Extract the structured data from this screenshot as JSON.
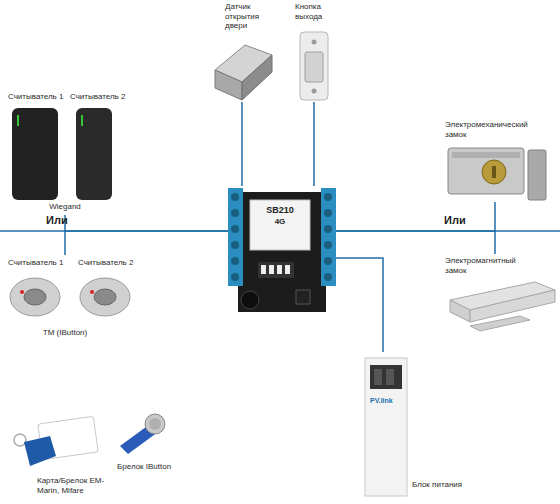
{
  "diagram": {
    "nodes": [
      {
        "text": [
          "SB210",
          "4G"
        ]
      },
      {
        "text": [
          "Датчик открытия двери"
        ]
      },
      {
        "text": [
          "Кнопка выхода"
        ]
      },
      {
        "text": [
          "Wiegand"
        ]
      },
      {
        "text": [
          "Считыватель 1"
        ],
        "in": 3
      },
      {
        "text": [
          "Считыватель 2"
        ],
        "in": 3
      },
      {
        "text": [
          "TM (IButton)"
        ]
      },
      {
        "text": [
          "Считыватель 1"
        ],
        "in": 6
      },
      {
        "text": [
          "Считыватель 2"
        ],
        "in": 6
      },
      {
        "text": [
          "Электромеханический замок"
        ]
      },
      {
        "text": [
          "Электромагнитный замок"
        ]
      },
      {
        "text": [
          "Блок питания"
        ]
      },
      {
        "text": [
          "Карта/Брелок EM-Marin, Mifare"
        ]
      },
      {
        "text": [
          "Брелок IButton"
        ]
      }
    ],
    "edges": [
      {
        "from": 0,
        "to": 1,
        "arrow": "none"
      },
      {
        "from": 0,
        "to": 2,
        "arrow": "none"
      },
      {
        "from": 0,
        "to": 3,
        "arrow": "none"
      },
      {
        "from": 0,
        "to": 6,
        "arrow": "none"
      },
      {
        "from": 0,
        "to": 9,
        "arrow": "none"
      },
      {
        "from": 0,
        "to": 10,
        "arrow": "none"
      },
      {
        "from": 0,
        "to": 11,
        "arrow": "none"
      }
    ],
    "labels": [
      "Или",
      "Или",
      "PV.link"
    ]
  }
}
